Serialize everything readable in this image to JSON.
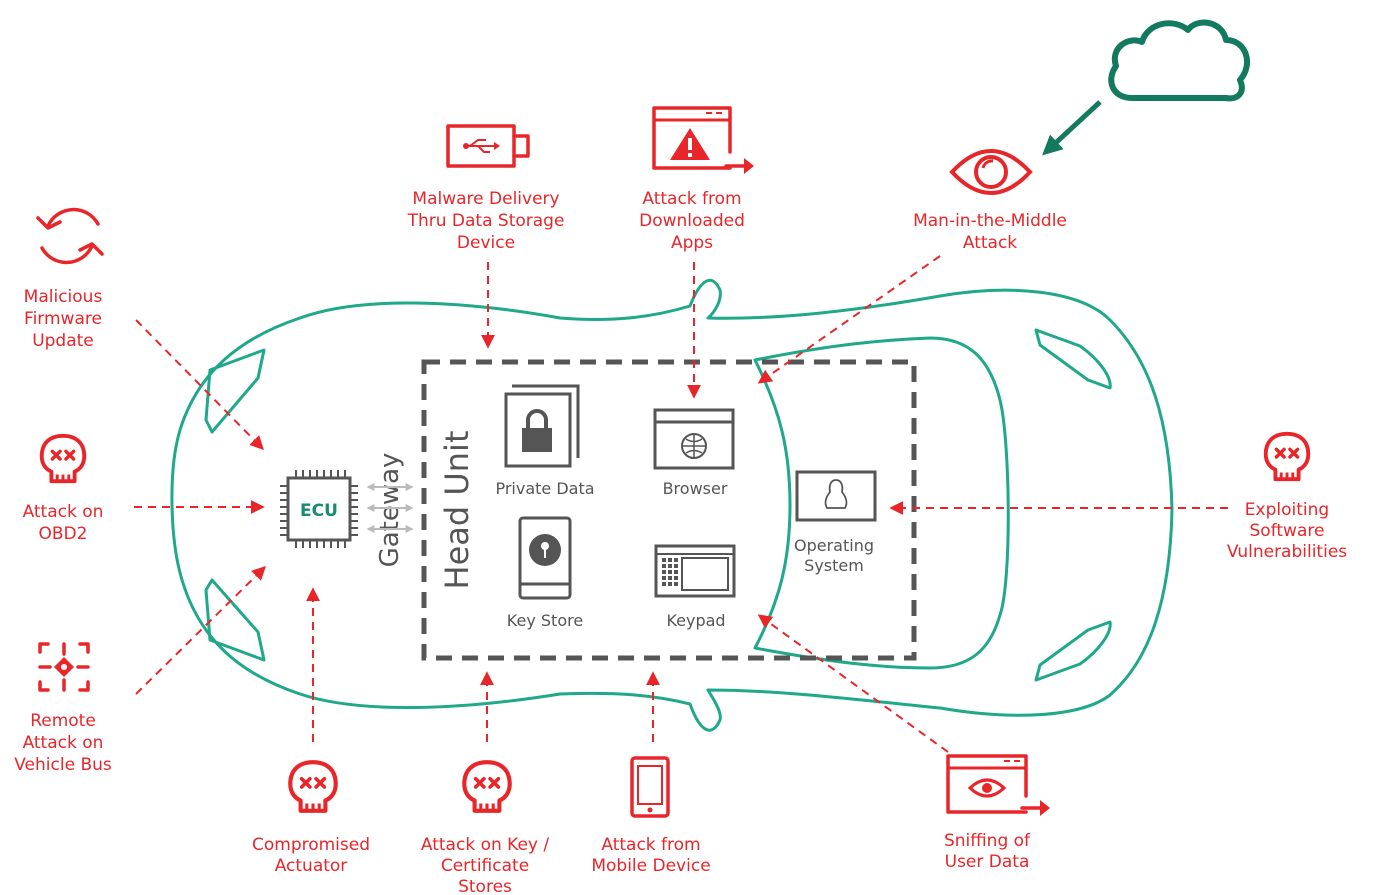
{
  "threats": {
    "firmware": [
      "Malicious",
      "Firmware",
      "Update"
    ],
    "obd2": [
      "Attack on",
      "OBD2"
    ],
    "vehicle_bus": [
      "Remote",
      "Attack on",
      "Vehicle Bus"
    ],
    "actuator": [
      "Compromised",
      "Actuator"
    ],
    "key_stores": [
      "Attack on Key /",
      "Certificate",
      "Stores"
    ],
    "mobile": [
      "Attack from",
      "Mobile Device"
    ],
    "sniffing": [
      "Sniffing of",
      "User Data"
    ],
    "software_vuln": [
      "Exploiting",
      "Software",
      "Vulnerabilities"
    ],
    "mitm": [
      "Man-in-the-Middle",
      "Attack"
    ],
    "downloaded_apps": [
      "Attack from",
      "Downloaded",
      "Apps"
    ],
    "malware_storage": [
      "Malware Delivery",
      "Thru Data Storage",
      "Device"
    ]
  },
  "components": {
    "ecu": "ECU",
    "gateway": "Gateway",
    "head_unit": "Head Unit",
    "private_data": "Private Data",
    "browser": "Browser",
    "key_store": "Key Store",
    "keypad": "Keypad",
    "operating_system": [
      "Operating",
      "System"
    ]
  },
  "colors": {
    "threat": "#e8262a",
    "car_outline": "#1fa88a",
    "component": "#555555",
    "cloud": "#137a60"
  },
  "icons": {
    "firmware": "refresh-icon",
    "obd2": "skull-icon",
    "vehicle_bus": "target-icon",
    "actuator": "skull-icon",
    "key_stores": "skull-icon",
    "mobile": "phone-icon",
    "sniffing": "eye-browser-icon",
    "software_vuln": "skull-icon",
    "mitm": "eye-icon",
    "cloud": "cloud-icon",
    "downloaded_apps": "warning-browser-icon",
    "malware_storage": "usb-icon"
  }
}
